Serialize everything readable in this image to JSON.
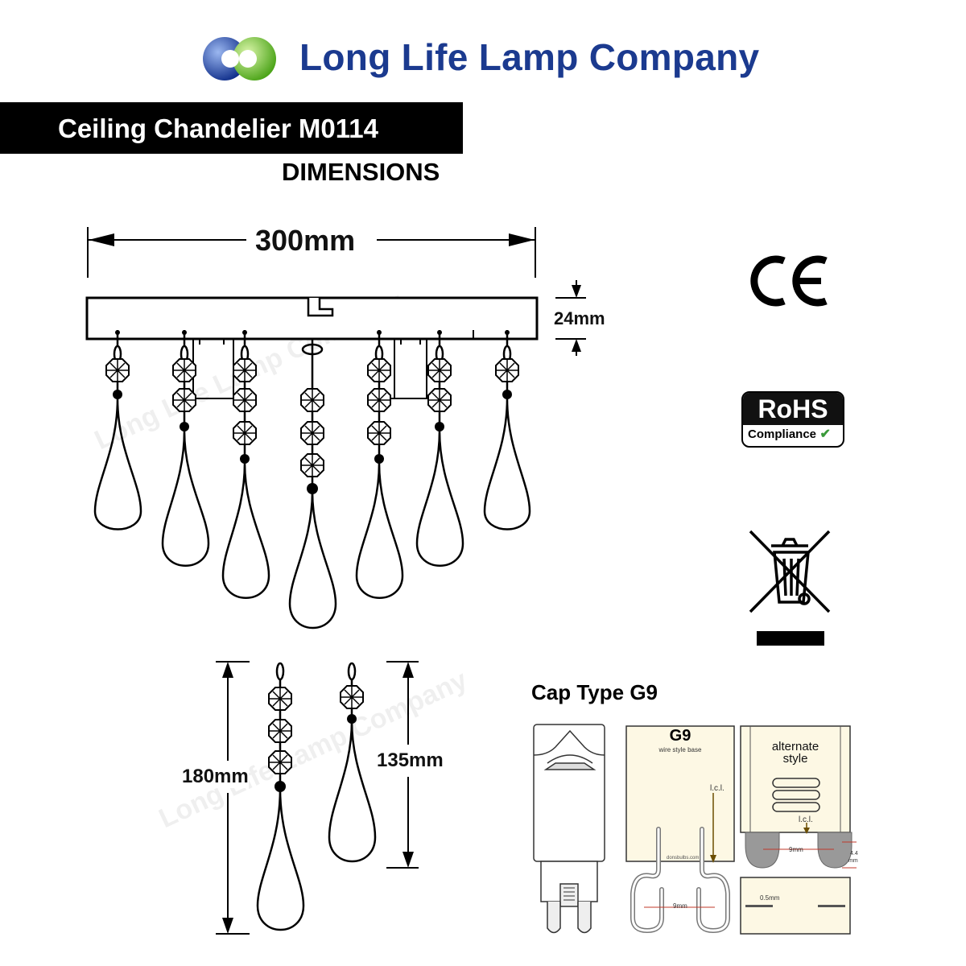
{
  "brand": {
    "name": "Long Life Lamp Company",
    "watermark": "Long Life Lamp Company",
    "colors": {
      "blue": "#1b3a8f",
      "green": "#7ac231"
    }
  },
  "header": {
    "product_title": "Ceiling Chandelier M0114",
    "section": "DIMENSIONS"
  },
  "dimensions": {
    "width": "300mm",
    "height": "24mm",
    "long_drop": "180mm",
    "short_drop": "135mm"
  },
  "marks": {
    "ce": "CE",
    "rohs_title": "RoHS",
    "rohs_sub": "Compliance",
    "weee_icon": "crossed-bin-icon"
  },
  "cap": {
    "title": "Cap Type G9",
    "g9_label": "G9",
    "g9_sub": "wire style base",
    "icl": "l.c.l.",
    "source": "donsbulbs.com",
    "pin_spacing": "9mm",
    "alt_label_line1": "alternate",
    "alt_label_line2": "style",
    "pin_spacing_alt": "9mm",
    "pin_height": "4.4",
    "pin_height_unit": "mm",
    "pin_width": "0.5mm"
  }
}
